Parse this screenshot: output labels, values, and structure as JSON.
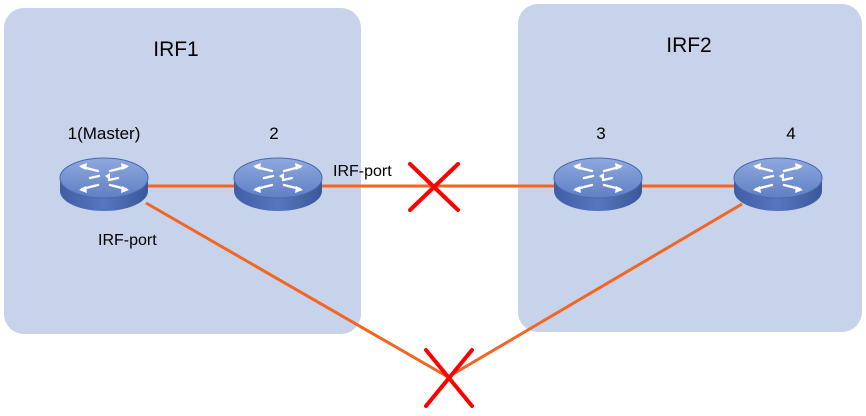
{
  "diagram": {
    "domains": [
      {
        "id": "irf1",
        "title": "IRF1"
      },
      {
        "id": "irf2",
        "title": "IRF2"
      }
    ],
    "devices": [
      {
        "id": "d1",
        "label": "1(Master)",
        "icon": "switch-icon",
        "domain": "irf1"
      },
      {
        "id": "d2",
        "label": "2",
        "icon": "switch-icon",
        "domain": "irf1"
      },
      {
        "id": "d3",
        "label": "3",
        "icon": "switch-icon",
        "domain": "irf2"
      },
      {
        "id": "d4",
        "label": "4",
        "icon": "switch-icon",
        "domain": "irf2"
      }
    ],
    "links": [
      {
        "from": "d1",
        "to": "d2",
        "status": "up"
      },
      {
        "from": "d2",
        "to": "d3",
        "status": "broken"
      },
      {
        "from": "d3",
        "to": "d4",
        "status": "up"
      },
      {
        "from": "d1",
        "to": "d4",
        "status": "broken"
      }
    ],
    "port_labels": [
      "IRF-port",
      "IRF-port"
    ],
    "colors": {
      "domain_fill": "#c7d3ea",
      "link": "#f26522",
      "break_mark": "#ff0000",
      "switch_body": "#5b7bc0",
      "switch_top": "#7b98d6"
    }
  }
}
